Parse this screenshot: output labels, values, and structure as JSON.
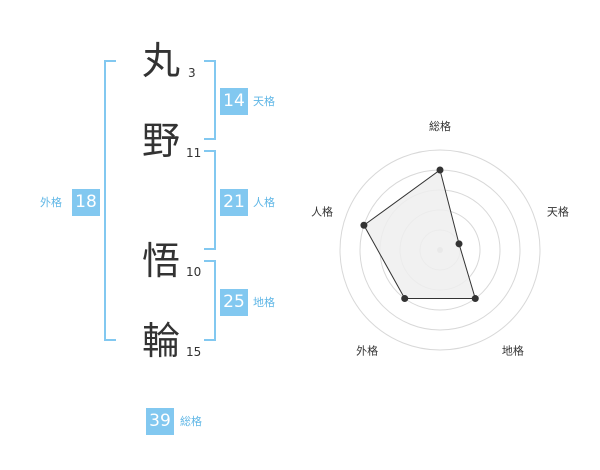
{
  "name": {
    "characters": [
      {
        "char": "丸",
        "strokes": "3"
      },
      {
        "char": "野",
        "strokes": "11"
      },
      {
        "char": "悟",
        "strokes": "10"
      },
      {
        "char": "輪",
        "strokes": "15"
      }
    ]
  },
  "fortune": {
    "tenkaku": {
      "value": "14",
      "label": "天格"
    },
    "jinkaku": {
      "value": "21",
      "label": "人格"
    },
    "chikaku": {
      "value": "25",
      "label": "地格"
    },
    "gaikaku": {
      "value": "18",
      "label": "外格"
    },
    "soukaku": {
      "value": "39",
      "label": "総格"
    }
  },
  "chart_data": {
    "type": "radar",
    "axes": [
      "総格",
      "天格",
      "地格",
      "外格",
      "人格"
    ],
    "values": [
      4,
      1,
      3,
      3,
      4
    ],
    "max": 5,
    "rings": 5,
    "colors": {
      "fill": "#efefef",
      "line": "#333333",
      "ring": "#d8d8d8",
      "point": "#333333"
    }
  },
  "colors": {
    "accent": "#82c8f0",
    "label": "#5eb6e6",
    "text": "#333333"
  }
}
